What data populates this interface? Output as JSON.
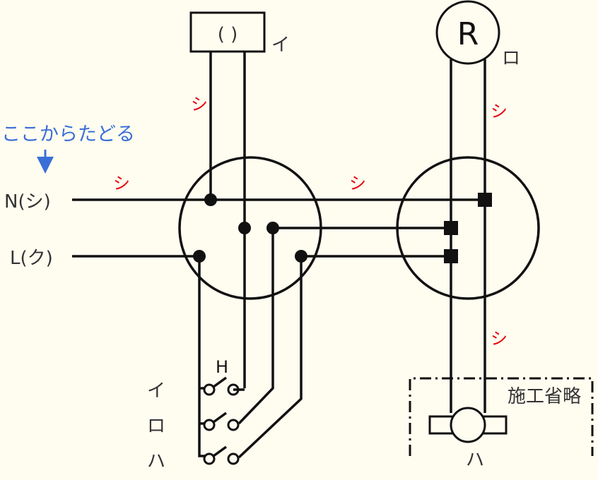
{
  "labels": {
    "fixture_i_symbol": "( )",
    "fixture_i_tag": "イ",
    "receptacle_symbol": "R",
    "receptacle_tag": "ロ",
    "start_hint": "ここからたどる",
    "neutral_label": "N(シ)",
    "line_label": "L(ク)",
    "switch_h_label": "H",
    "switch_i_label": "イ",
    "switch_ro_label": "ロ",
    "switch_ha_label": "ハ",
    "omitted_label": "施工省略",
    "lamp_ha_label": "ハ"
  },
  "wire_color_marks": {
    "fixture_i_drop": "シ",
    "neutral_main": "シ",
    "neutral_to_box2": "シ",
    "receptacle_drop": "シ",
    "lamp_drop": "シ"
  },
  "colors": {
    "background": "#fffcf0",
    "line": "#111111",
    "text": "#333333",
    "wire_mark": "#e8000b",
    "hint": "#3a6fd8"
  }
}
